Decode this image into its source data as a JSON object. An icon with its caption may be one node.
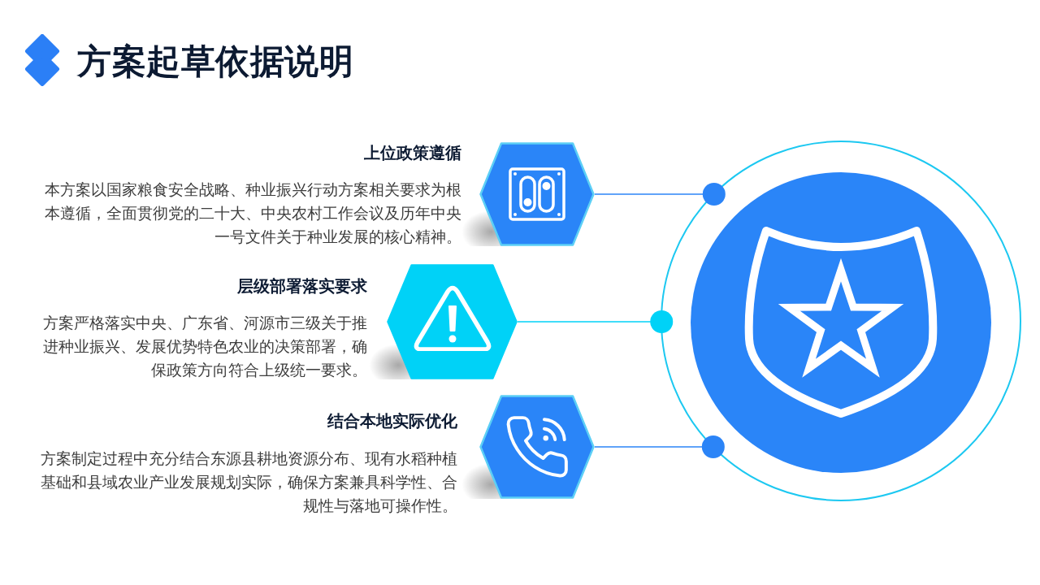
{
  "diagram": {
    "title": "方案起草依据说明",
    "nodes": [
      {
        "text": [],
        "shape": "hexagon",
        "beside": [
          "上位政策遵循",
          "本方案以国家粮食安全战略、种业振兴行动方案相关要求为根本遵循，全面贯彻党的二十大、中央农村工作会议及历年中央一号文件关于种业发展的核心精神。"
        ]
      },
      {
        "text": [],
        "shape": "hexagon",
        "beside": [
          "层级部署落实要求",
          "方案严格落实中央、广东省、河源市三级关于推进种业振兴、发展优势特色农业的决策部署，确保政策方向符合上级统一要求。"
        ]
      },
      {
        "text": [],
        "shape": "hexagon",
        "beside": [
          "结合本地实际优化",
          "方案制定过程中充分结合东源县耕地资源分布、现有水稻种植基础和县域农业产业发展规划实际，确保方案兼具科学性、合规性与落地可操作性。"
        ]
      },
      {
        "text": [],
        "shape": "circle"
      }
    ],
    "edges": [
      {
        "from": 0,
        "to": 3,
        "arrow": "other"
      },
      {
        "from": 1,
        "to": 3,
        "arrow": "other",
        "color": "#00d2f7"
      },
      {
        "from": 2,
        "to": 3,
        "arrow": "other"
      }
    ]
  }
}
